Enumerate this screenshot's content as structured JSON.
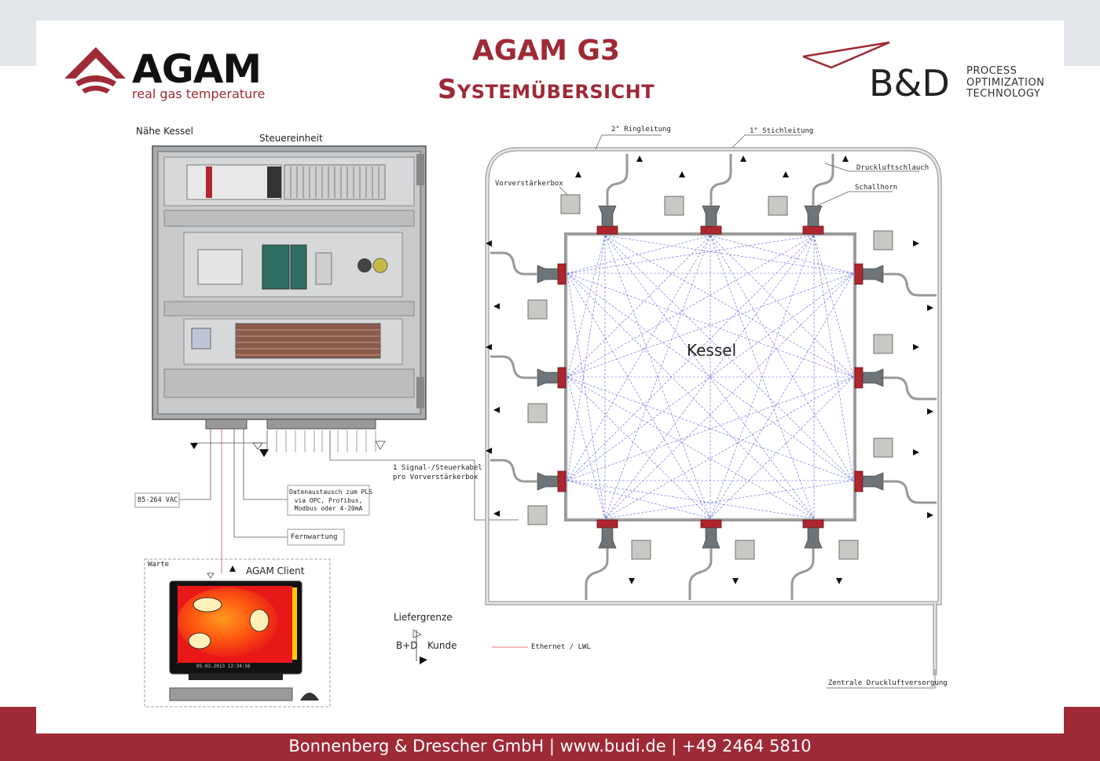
{
  "header": {
    "title_line1": "AGAM G3",
    "title_line2": "Systemübersicht",
    "logo_left": {
      "name": "AGAM",
      "tagline": "real gas temperature"
    },
    "logo_right": {
      "name": "B&D",
      "tagline_lines": [
        "PROCESS",
        "OPTIMIZATION",
        "TECHNOLOGY"
      ]
    }
  },
  "diagram": {
    "naehe_kessel": "Nähe Kessel",
    "steuereinheit": "Steuereinheit",
    "ringleitung": "2\" Ringleitung",
    "stichleitung": "1\" Stichleitung",
    "druckluftschlauch": "Druckluftschlauch",
    "schallhorn": "Schallhorn",
    "vorverstaerkerbox": "Vorverstärkerbox",
    "kessel": "Kessel",
    "signalkabel_1": "1 Signal-/Steuerkabel",
    "signalkabel_2": "pro Vorverstärkerbox",
    "power": "85-264 VAC",
    "datenaustausch_lines": [
      "Datenaustausch zum PLS",
      "via OPC, Profibus,",
      "Modbus oder 4-20mA"
    ],
    "fernwartung": "Fernwartung",
    "warte": "Warte",
    "agam_client": "AGAM Client",
    "liefergrenze": "Liefergrenze",
    "bd_side": "B+D",
    "kunde": "Kunde",
    "ethernet": "Ethernet / LWL",
    "zentrale": "Zentrale Druckluftversorgung",
    "monitor_timestamp": "05.03.2013 12:34:56"
  },
  "colors": {
    "brand_red": "#9e2a36",
    "path_blue": "#3a4fd8",
    "flange_red": "#b0262e",
    "cable_red": "#e05050"
  },
  "footer": {
    "text": "Bonnenberg & Drescher GmbH | www.budi.de | +49 2464 5810"
  }
}
